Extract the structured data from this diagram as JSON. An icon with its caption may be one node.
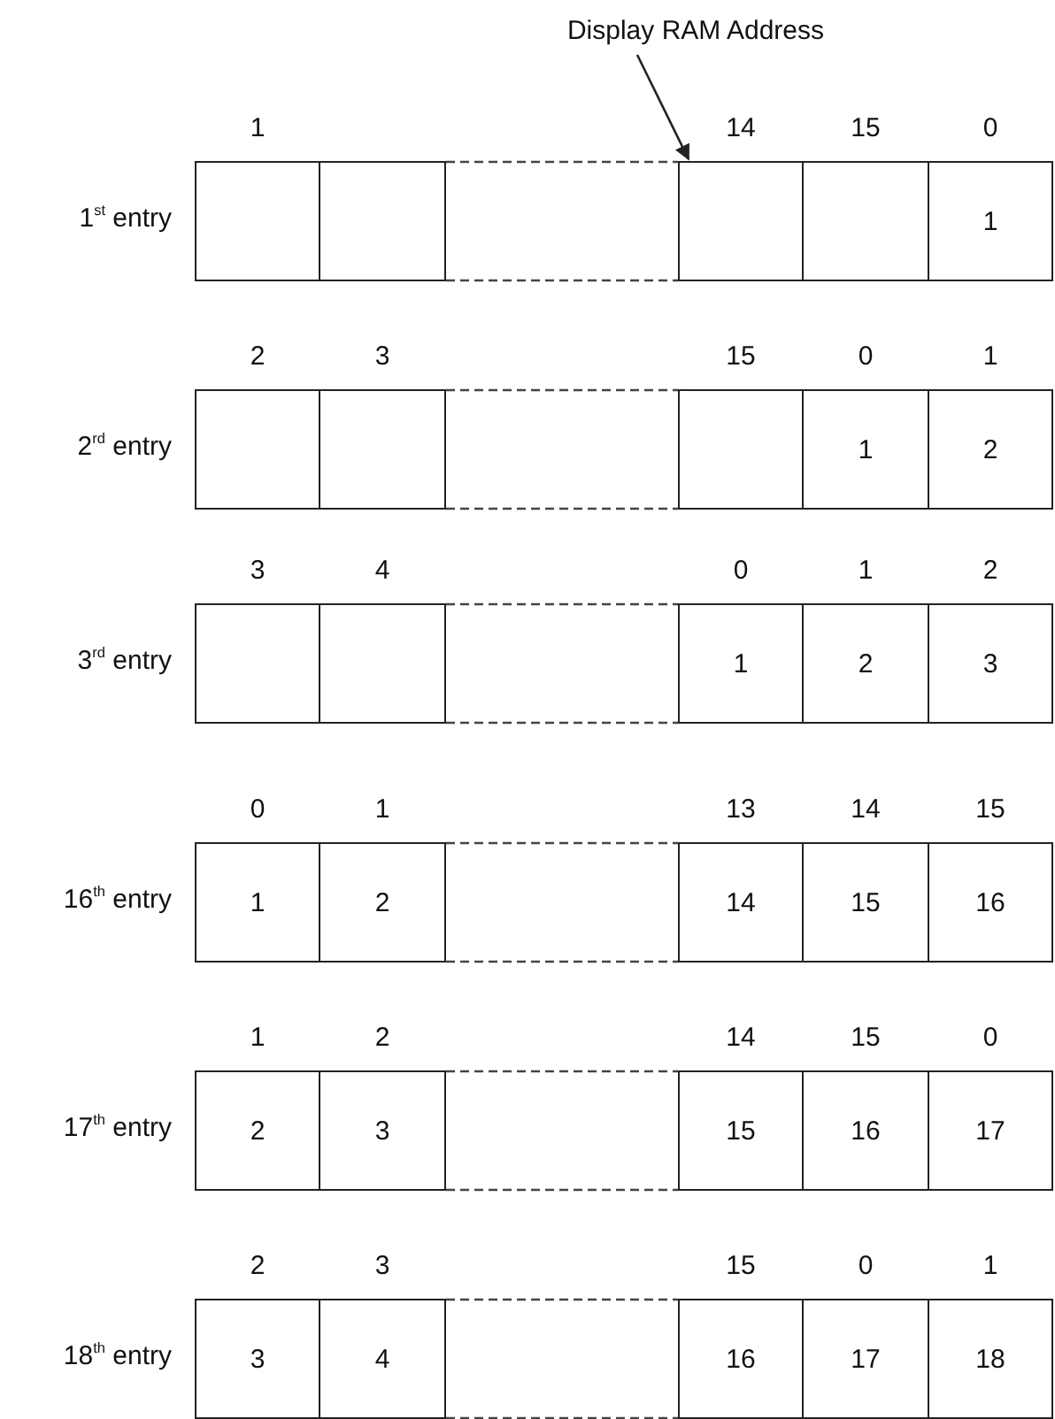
{
  "diagram": {
    "nodes": [
      {
        "text": [
          "Display RAM Address"
        ]
      },
      {
        "text": [],
        "shape": "box",
        "beside": [
          "1"
        ]
      },
      {
        "text": [],
        "shape": "box"
      },
      {
        "text": [],
        "shape": "box",
        "beside": [
          "14"
        ]
      },
      {
        "text": [],
        "shape": "box",
        "beside": [
          "15"
        ]
      },
      {
        "text": [
          "1"
        ],
        "beside": [
          "0"
        ]
      },
      {
        "text": [],
        "shape": "box",
        "beside": [
          "2"
        ]
      },
      {
        "text": [],
        "shape": "box",
        "beside": [
          "3"
        ]
      },
      {
        "text": [],
        "shape": "box",
        "beside": [
          "15"
        ]
      },
      {
        "text": [
          "1"
        ],
        "beside": [
          "0"
        ]
      },
      {
        "text": [
          "2"
        ],
        "beside": [
          "1"
        ]
      },
      {
        "text": [],
        "shape": "box",
        "beside": [
          "3"
        ]
      },
      {
        "text": [],
        "shape": "box",
        "beside": [
          "4"
        ]
      },
      {
        "text": [
          "1"
        ],
        "beside": [
          "0"
        ]
      },
      {
        "text": [
          "2"
        ],
        "beside": [
          "1"
        ]
      },
      {
        "text": [
          "3"
        ],
        "beside": [
          "2"
        ]
      },
      {
        "text": [
          "1"
        ],
        "beside": [
          "0"
        ]
      },
      {
        "text": [
          "2"
        ],
        "beside": [
          "1"
        ]
      },
      {
        "text": [
          "14"
        ],
        "beside": [
          "13"
        ]
      },
      {
        "text": [
          "15"
        ],
        "beside": [
          "14"
        ]
      },
      {
        "text": [
          "16"
        ],
        "beside": [
          "15"
        ]
      },
      {
        "text": [
          "2"
        ],
        "beside": [
          "1"
        ]
      },
      {
        "text": [
          "3"
        ],
        "beside": [
          "2"
        ]
      },
      {
        "text": [
          "15"
        ],
        "beside": [
          "14"
        ]
      },
      {
        "text": [
          "16"
        ],
        "beside": [
          "15"
        ]
      },
      {
        "text": [
          "17"
        ],
        "beside": [
          "0"
        ]
      },
      {
        "text": [
          "3"
        ],
        "beside": [
          "2"
        ]
      },
      {
        "text": [
          "4"
        ],
        "beside": [
          "3"
        ]
      },
      {
        "text": [
          "16"
        ],
        "beside": [
          "15"
        ]
      },
      {
        "text": [
          "17"
        ],
        "beside": [
          "0"
        ]
      },
      {
        "text": [
          "18"
        ],
        "beside": [
          "1"
        ]
      }
    ],
    "edges": [
      {
        "from": 0,
        "to": 3,
        "arrow": "to"
      }
    ],
    "labels": [
      "1$^{st}$ entry",
      "2$^{rd}$ entry",
      "3$^{rd}$ entry",
      "16$^{th}$ entry",
      "17$^{th}$ entry",
      "18$^{th}$ entry"
    ]
  }
}
